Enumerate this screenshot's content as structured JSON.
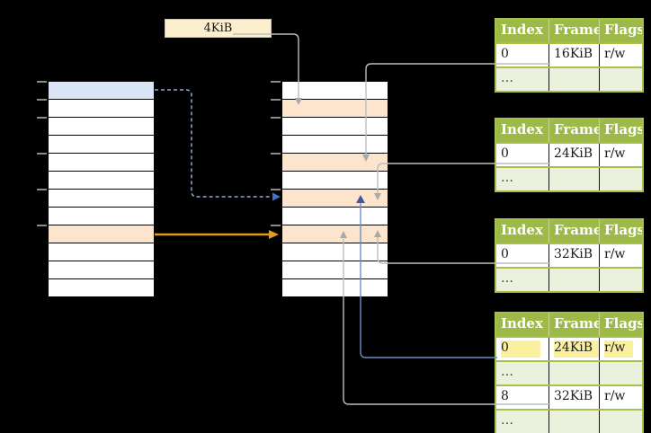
{
  "size_label": "4KiB",
  "page_tables": [
    {
      "name": "page-table-second-level-a",
      "headers": [
        "Index",
        "Frame",
        "Flags"
      ],
      "rows": [
        {
          "cells": [
            "0",
            "16KiB",
            "r/w"
          ],
          "shade": "white",
          "highlight": false
        },
        {
          "cells": [
            "…",
            "",
            ""
          ],
          "shade": "green",
          "highlight": false
        }
      ]
    },
    {
      "name": "page-table-second-level-b",
      "headers": [
        "Index",
        "Frame",
        "Flags"
      ],
      "rows": [
        {
          "cells": [
            "0",
            "24KiB",
            "r/w"
          ],
          "shade": "white",
          "highlight": false
        },
        {
          "cells": [
            "…",
            "",
            ""
          ],
          "shade": "green",
          "highlight": false
        }
      ]
    },
    {
      "name": "page-table-second-level-c",
      "headers": [
        "Index",
        "Frame",
        "Flags"
      ],
      "rows": [
        {
          "cells": [
            "0",
            "32KiB",
            "r/w"
          ],
          "shade": "white",
          "highlight": false
        },
        {
          "cells": [
            "…",
            "",
            ""
          ],
          "shade": "green",
          "highlight": false
        }
      ]
    },
    {
      "name": "page-table-first-level",
      "headers": [
        "Index",
        "Frame",
        "Flags"
      ],
      "rows": [
        {
          "cells": [
            "0",
            "24KiB",
            "r/w"
          ],
          "shade": "white",
          "highlight": true
        },
        {
          "cells": [
            "…",
            "",
            ""
          ],
          "shade": "green",
          "highlight": false
        },
        {
          "cells": [
            "8",
            "32KiB",
            "r/w"
          ],
          "shade": "white",
          "highlight": false
        },
        {
          "cells": [
            "…",
            "",
            ""
          ],
          "shade": "green",
          "highlight": false
        }
      ]
    }
  ],
  "memory_columns": {
    "left": {
      "row_count": 12,
      "highlights": [
        {
          "index": 0,
          "color": "blue"
        },
        {
          "index": 8,
          "color": "orange"
        }
      ],
      "tick_offsets": [
        0,
        20,
        40,
        80,
        120,
        160
      ]
    },
    "middle": {
      "row_count": 12,
      "highlights": [
        {
          "index": 1,
          "color": "orange"
        },
        {
          "index": 4,
          "color": "orange"
        },
        {
          "index": 6,
          "color": "orange"
        },
        {
          "index": 8,
          "color": "orange"
        }
      ],
      "tick_offsets": [
        0,
        20,
        40,
        80,
        120,
        160
      ]
    }
  },
  "colors": {
    "table_green": "#9DBA48",
    "table_border_green": "#A6C14B",
    "row_light_green": "#EBF1DD",
    "row_blue": "#D9E5F4",
    "row_orange": "#FDE4CC",
    "highlight_yellow": "#FBF09E",
    "label_cream": "#FBEFCD",
    "line_gray": "#BDBDBD",
    "arrow_orange": "#E19C1C",
    "arrow_blue_dashed": "#8FA9DA",
    "arrow_blue_solid": "#6C8EC6"
  }
}
